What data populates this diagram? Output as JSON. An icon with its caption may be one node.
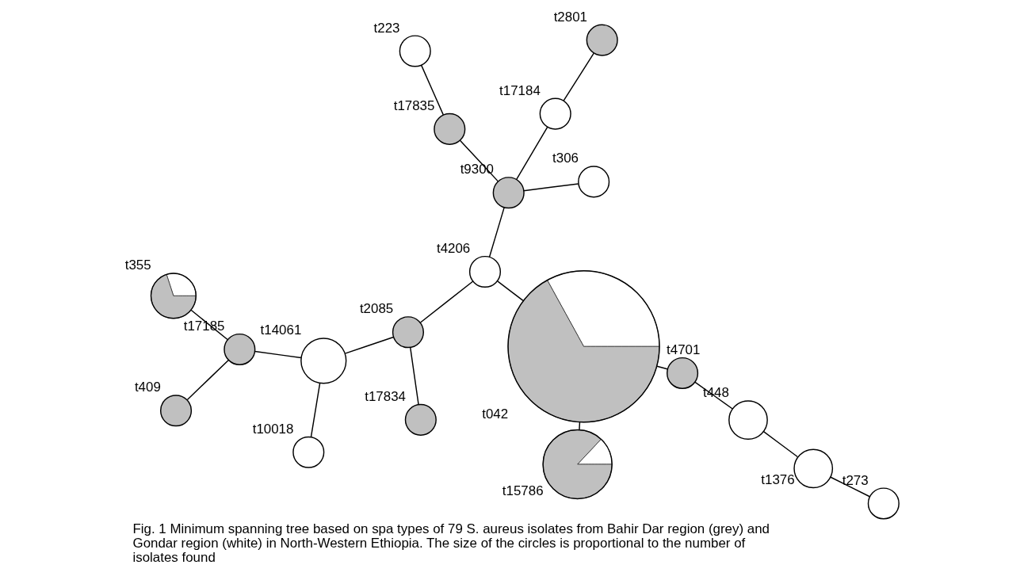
{
  "diagram": {
    "caption": "Fig. 1 Minimum spanning tree based on spa types of 79 S. aureus isolates from Bahir Dar region (grey) and Gondar region (white) in North-Western Ethiopia. The size of the circles is proportional to the number of isolates found",
    "nodes": [
      {
        "text": [
          "t15786"
        ]
      },
      {
        "text": [
          "t042"
        ]
      },
      {
        "text": [
          "t17834"
        ]
      },
      {
        "text": [
          "t4206"
        ]
      },
      {
        "text": [
          "t2085"
        ]
      },
      {
        "text": [
          "t4701"
        ]
      },
      {
        "text": [
          "t14061"
        ]
      },
      {
        "text": [
          "t9300"
        ]
      },
      {
        "text": [
          "t448"
        ]
      },
      {
        "text": [
          "t1376"
        ]
      },
      {
        "text": [
          "t10018"
        ]
      },
      {
        "text": [
          "t17185"
        ]
      },
      {
        "text": [
          "t17184"
        ]
      },
      {
        "text": [
          "t306"
        ]
      },
      {
        "text": [
          "t17835"
        ]
      },
      {
        "text": [
          "t273"
        ]
      },
      {
        "text": [
          "t409"
        ]
      },
      {
        "text": [
          "t223"
        ]
      },
      {
        "text": [
          "t2801"
        ]
      },
      {
        "text": [
          "t355"
        ]
      }
    ],
    "edges": [
      {
        "from": 2,
        "to": 4,
        "arrow": "none"
      },
      {
        "from": 4,
        "to": 3,
        "arrow": "none"
      },
      {
        "from": 4,
        "to": 6,
        "arrow": "none"
      },
      {
        "from": 6,
        "to": 10,
        "arrow": "none"
      },
      {
        "from": 6,
        "to": 11,
        "arrow": "none"
      },
      {
        "from": 11,
        "to": 19,
        "arrow": "none"
      },
      {
        "from": 11,
        "to": 16,
        "arrow": "none"
      },
      {
        "from": 3,
        "to": 1,
        "arrow": "none"
      },
      {
        "from": 3,
        "to": 7,
        "arrow": "none"
      },
      {
        "from": 1,
        "to": 0,
        "arrow": "none"
      },
      {
        "from": 1,
        "to": 5,
        "arrow": "none"
      },
      {
        "from": 5,
        "to": 8,
        "arrow": "none"
      },
      {
        "from": 8,
        "to": 9,
        "arrow": "none"
      },
      {
        "from": 9,
        "to": 15,
        "arrow": "none"
      },
      {
        "from": 7,
        "to": 14,
        "arrow": "none"
      },
      {
        "from": 7,
        "to": 12,
        "arrow": "none"
      },
      {
        "from": 7,
        "to": 13,
        "arrow": "none"
      },
      {
        "from": 14,
        "to": 17,
        "arrow": "none"
      },
      {
        "from": 12,
        "to": 18,
        "arrow": "none"
      }
    ]
  }
}
